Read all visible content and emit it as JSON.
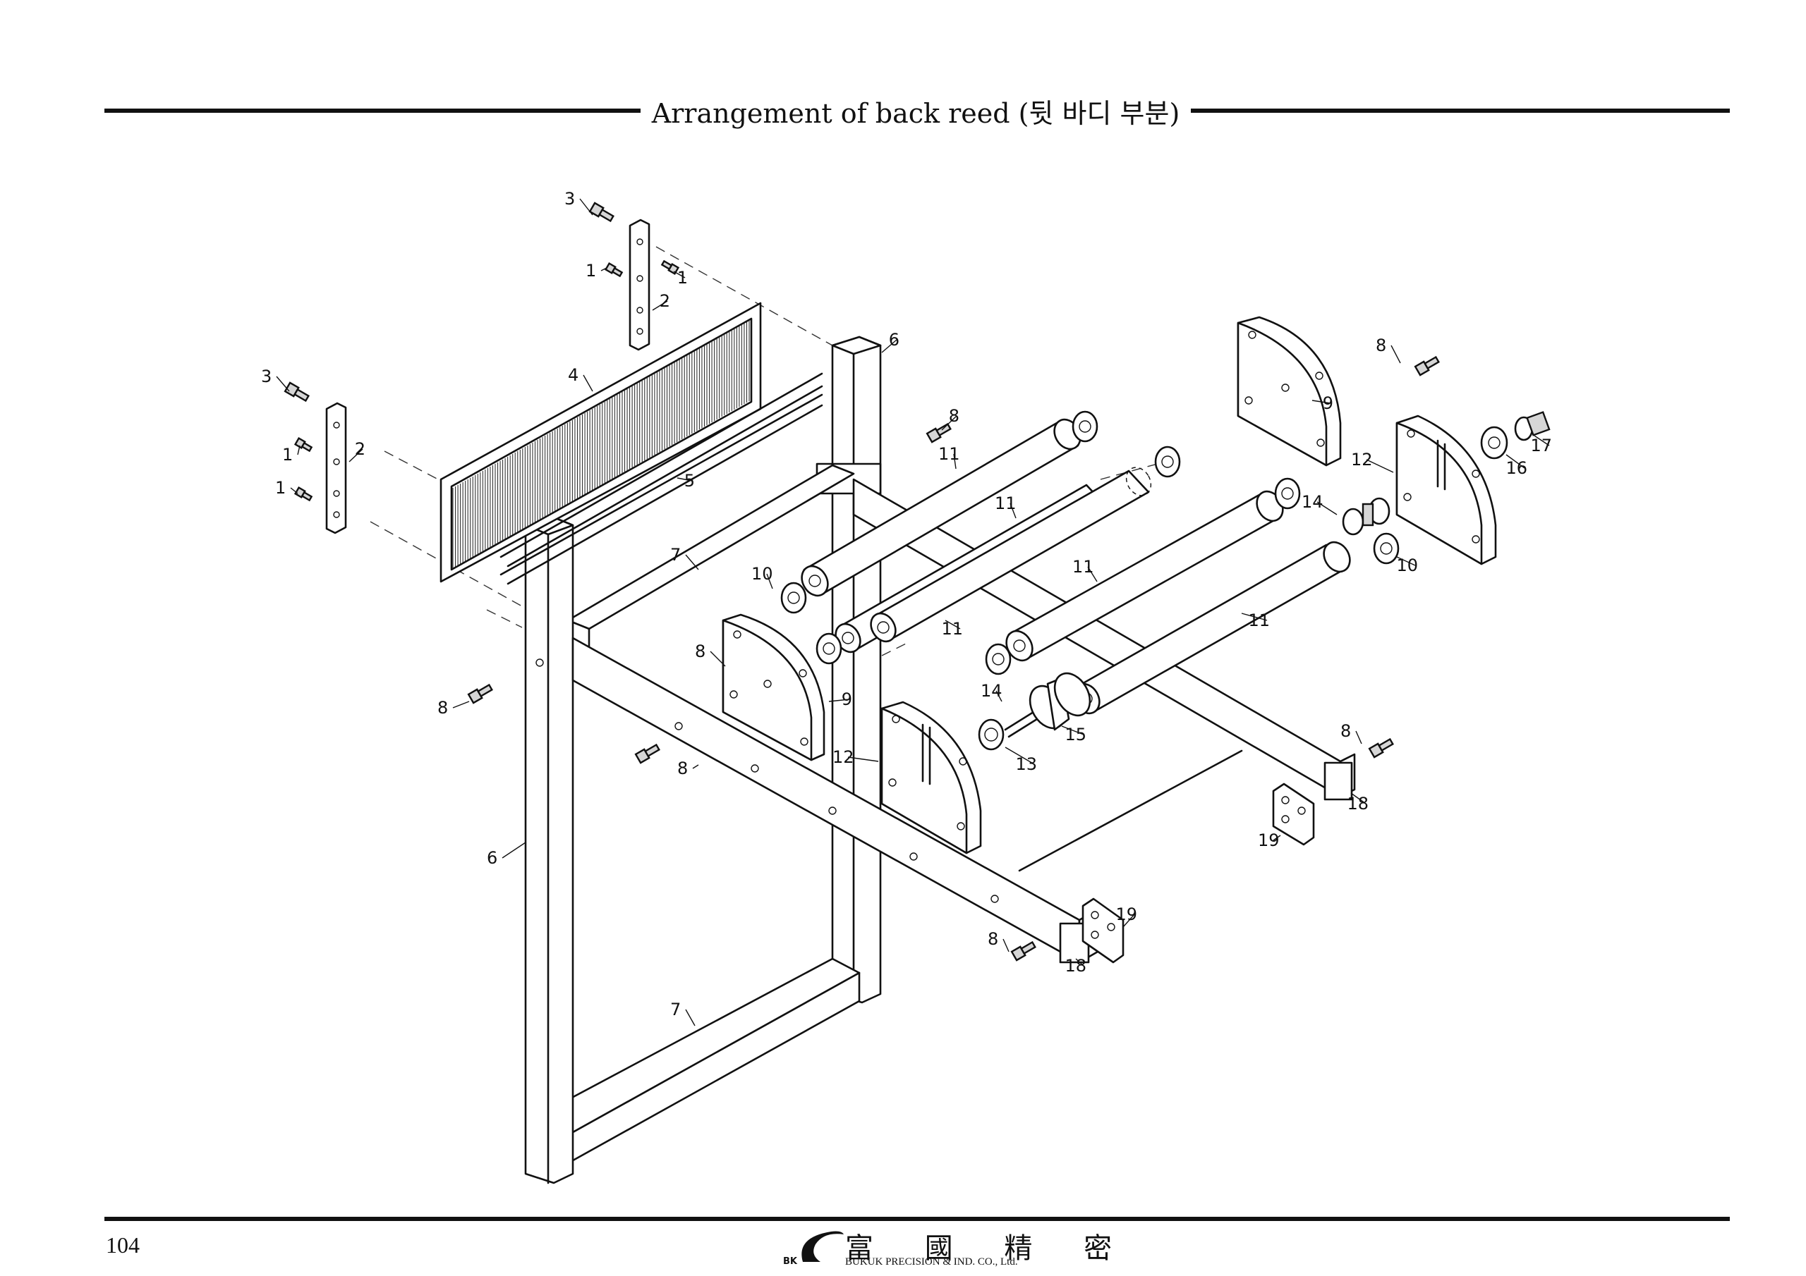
{
  "page": {
    "title": "Arrangement of back reed (뒷 바디 부분)",
    "page_number": "104"
  },
  "footer": {
    "logo_mark": "BK",
    "company_name_cjk": "富 國 精 密",
    "company_name_en": "BUKUK PRECISION & IND. CO., Ltd."
  },
  "callouts": [
    {
      "id": "c1",
      "label": "3"
    },
    {
      "id": "c2",
      "label": "1"
    },
    {
      "id": "c3",
      "label": "1"
    },
    {
      "id": "c4",
      "label": "2"
    },
    {
      "id": "c5",
      "label": "6"
    },
    {
      "id": "c6",
      "label": "3"
    },
    {
      "id": "c7",
      "label": "4"
    },
    {
      "id": "c8",
      "label": "1"
    },
    {
      "id": "c9",
      "label": "2"
    },
    {
      "id": "c10",
      "label": "1"
    },
    {
      "id": "c11",
      "label": "5"
    },
    {
      "id": "c12",
      "label": "8"
    },
    {
      "id": "c13",
      "label": "11"
    },
    {
      "id": "c14",
      "label": "11"
    },
    {
      "id": "c15",
      "label": "7"
    },
    {
      "id": "c16",
      "label": "10"
    },
    {
      "id": "c17",
      "label": "11"
    },
    {
      "id": "c18",
      "label": "8"
    },
    {
      "id": "c19",
      "label": "9"
    },
    {
      "id": "c20",
      "label": "8"
    },
    {
      "id": "c21",
      "label": "8"
    },
    {
      "id": "c22",
      "label": "12"
    },
    {
      "id": "c23",
      "label": "14"
    },
    {
      "id": "c24",
      "label": "15"
    },
    {
      "id": "c25",
      "label": "13"
    },
    {
      "id": "c26",
      "label": "6"
    },
    {
      "id": "c27",
      "label": "8"
    },
    {
      "id": "c28",
      "label": "9"
    },
    {
      "id": "c29",
      "label": "12"
    },
    {
      "id": "c30",
      "label": "16"
    },
    {
      "id": "c31",
      "label": "17"
    },
    {
      "id": "c32",
      "label": "14"
    },
    {
      "id": "c33",
      "label": "10"
    },
    {
      "id": "c34",
      "label": "11"
    },
    {
      "id": "c35",
      "label": "11"
    },
    {
      "id": "c36",
      "label": "8"
    },
    {
      "id": "c37",
      "label": "18"
    },
    {
      "id": "c38",
      "label": "19"
    },
    {
      "id": "c39",
      "label": "19"
    },
    {
      "id": "c40",
      "label": "8"
    },
    {
      "id": "c41",
      "label": "18"
    },
    {
      "id": "c42",
      "label": "7"
    }
  ]
}
